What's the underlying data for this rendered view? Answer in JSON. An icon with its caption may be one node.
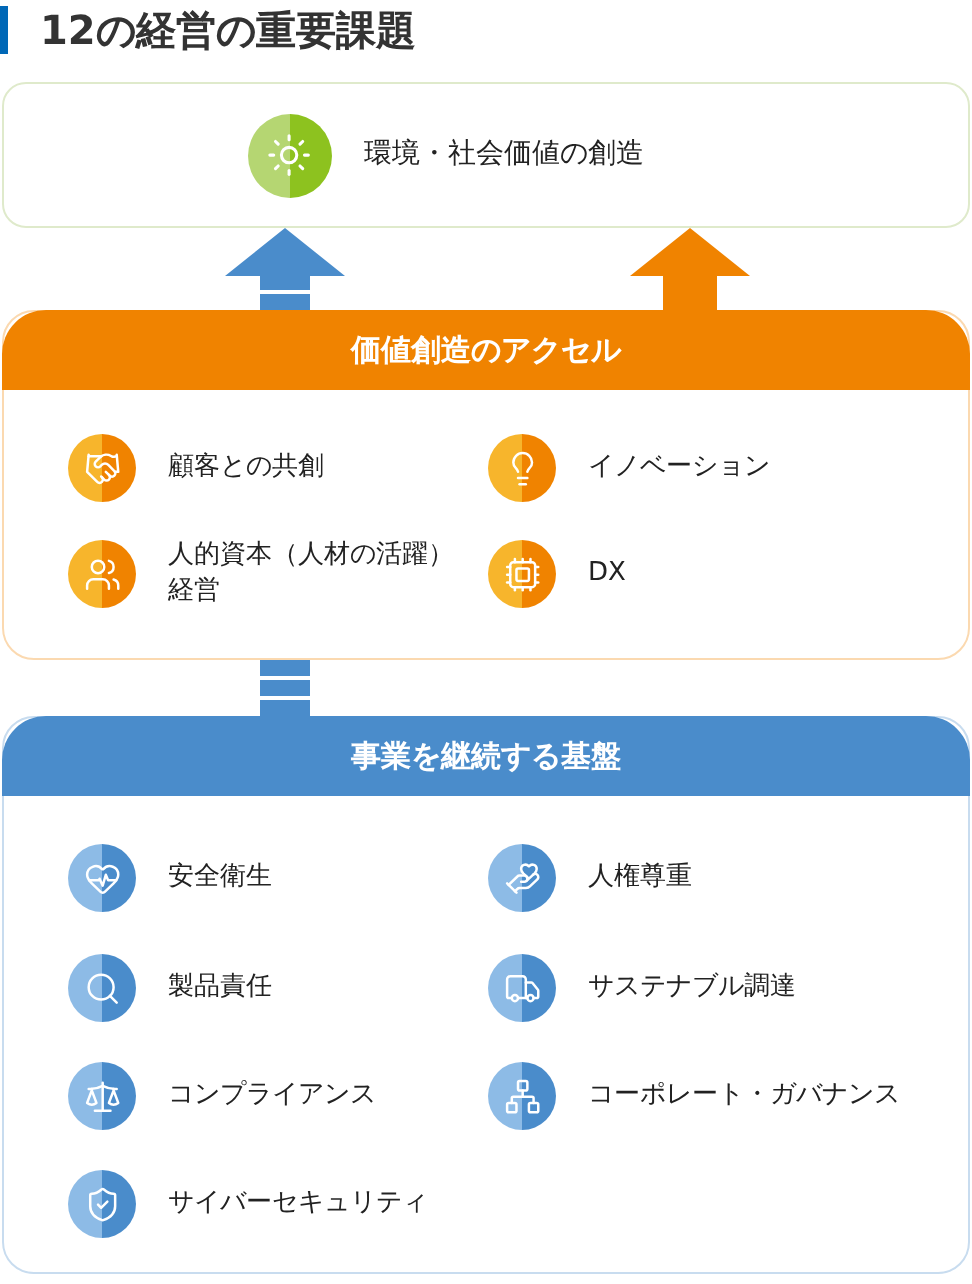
{
  "diagram": {
    "title": "12の経営の重要課題",
    "nodes": [
      {
        "text": [
          "環境・社会価値の創造"
        ]
      },
      {
        "text": [
          "価値創造のアクセル"
        ]
      },
      {
        "text": [
          "顧客との共創"
        ],
        "in": 1
      },
      {
        "text": [
          "イノベーション"
        ],
        "in": 1
      },
      {
        "text": [
          "人的資本（人材の活躍）経営"
        ],
        "in": 1
      },
      {
        "text": [
          "DX"
        ],
        "in": 1
      },
      {
        "text": [
          "事業を継続する基盤"
        ]
      },
      {
        "text": [
          "安全衛生"
        ],
        "in": 6
      },
      {
        "text": [
          "人権尊重"
        ],
        "in": 6
      },
      {
        "text": [
          "製品責任"
        ],
        "in": 6
      },
      {
        "text": [
          "サステナブル調達"
        ],
        "in": 6
      },
      {
        "text": [
          "コンプライアンス"
        ],
        "in": 6
      },
      {
        "text": [
          "コーポレート・ガバナンス"
        ],
        "in": 6
      },
      {
        "text": [
          "サイバーセキュリティ"
        ],
        "in": 6
      }
    ],
    "edges": [
      {
        "from": 1,
        "to": 0,
        "arrow": "to",
        "style": "dashed",
        "color": "#4a8ccb"
      },
      {
        "from": 1,
        "to": 0,
        "arrow": "to",
        "style": "thick",
        "color": "#f08300"
      },
      {
        "from": 6,
        "to": 1,
        "arrow": "none",
        "style": "dashed",
        "color": "#4a8ccb"
      }
    ]
  }
}
